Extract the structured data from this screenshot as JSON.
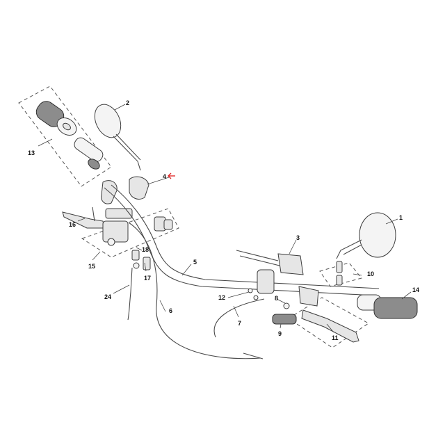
{
  "diagram": {
    "callouts": [
      "1",
      "2",
      "3",
      "4",
      "5",
      "6",
      "7",
      "8",
      "9",
      "10",
      "11",
      "12",
      "13",
      "14",
      "15",
      "16",
      "17",
      "18",
      "24"
    ],
    "highlight_color": "#e02020",
    "line_color": "#3c3c3c",
    "background": "#ffffff"
  }
}
